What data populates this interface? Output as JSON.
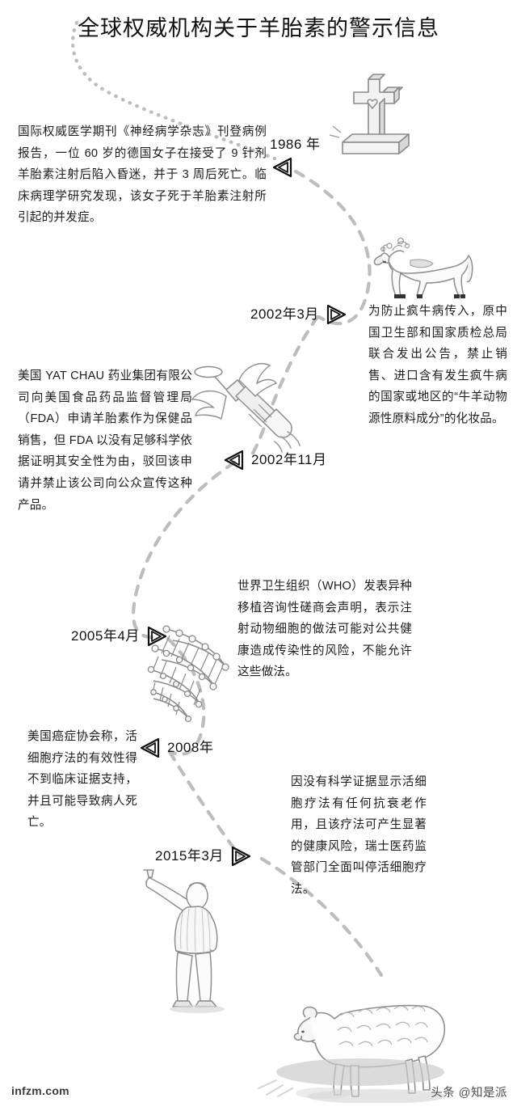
{
  "title": "全球权威机构关于羊胎素的警示信息",
  "timeline": [
    {
      "id": "1986",
      "date_label": "1986 年",
      "marker": "triangle-left",
      "text": "国际权威医学期刊《神经病学杂志》刊登病例报告，一位 60 岁的德国女子在接受了 9 针剂羊胎素注射后陷入昏迷，并于 3 周后死亡。临床病理学研究发现，该女子死于羊胎素注射所引起的并发症。",
      "illustration": "grave-cross-icon"
    },
    {
      "id": "2002-03",
      "date_label": "2002年3月",
      "marker": "triangle-right",
      "text": "为防止疯牛病传入，原中国卫生部和国家质检总局联合发出公告，禁止销售、进口含有发生疯牛病的国家或地区的“牛羊动物源性原料成分”的化妆品。",
      "illustration": "cow-icon"
    },
    {
      "id": "2002-11",
      "date_label": "2002年11月",
      "marker": "triangle-left",
      "text": "美国 YAT CHAU 药业集团有限公司向美国食品药品监督管理局（FDA）申请羊胎素作为保健品销售，但 FDA 以没有足够科学依据证明其安全性为由，驳回该申请并禁止该公司向公众宣传这种产品。",
      "illustration": "winged-syringe-icon"
    },
    {
      "id": "2005-04",
      "date_label": "2005年4月",
      "marker": "triangle-right",
      "text": "世界卫生组织（WHO）发表异种移植咨询性磋商会声明，表示注射动物细胞的做法可能对公共健康造成传染性的风险，不能允许这些做法。",
      "illustration": "dna-helix-icon"
    },
    {
      "id": "2008",
      "date_label": "2008年",
      "marker": "triangle-left",
      "text": "美国癌症协会称，活细胞疗法的有效性得不到临床证据支持，并且可能导致病人死亡。",
      "illustration": "none"
    },
    {
      "id": "2015-03",
      "date_label": "2015年3月",
      "marker": "triangle-right",
      "text": "因没有科学证据显示活细胞疗法有任何抗衰老作用，且该疗法可产生显著的健康风险，瑞士医药监管部门全面叫停活细胞疗法。",
      "illustration": "standing-man-icon"
    }
  ],
  "illustrations": [
    {
      "name": "grave-cross-icon",
      "caption": "墓碑十字架"
    },
    {
      "name": "cow-icon",
      "caption": "牛"
    },
    {
      "name": "winged-syringe-icon",
      "caption": "带翅膀的注射器"
    },
    {
      "name": "dna-helix-icon",
      "caption": "DNA 螺旋"
    },
    {
      "name": "standing-man-icon",
      "caption": "举杯的男子"
    },
    {
      "name": "sheep-icon",
      "caption": "羊"
    }
  ],
  "footer": {
    "source": "infzm.com",
    "watermark": "头条 @知是派"
  },
  "colors": {
    "background": "#ffffff",
    "text": "#1a1a1a",
    "path": "#b5b5b5",
    "illustration_stroke": "#7a7a7a",
    "illustration_fill": "#e9e9e9"
  }
}
